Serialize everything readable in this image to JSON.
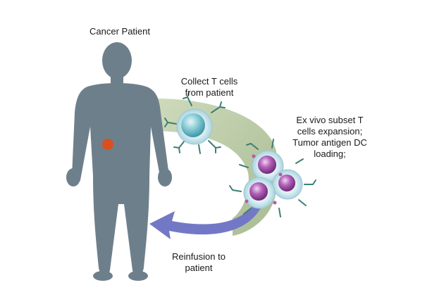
{
  "diagram": {
    "title": "Cancer Patient",
    "steps": {
      "collect": "Collect T cells\nfrom patient",
      "expansion": "Ex vivo subset T\ncells expansion;\nTumor antigen DC\nloading;",
      "reinfusion": "Reinfusion to\npatient"
    },
    "colors": {
      "body": "#6e7f8c",
      "tumor": "#d9501f",
      "flow_band": "#aebf96",
      "return_arrow": "#7378c6",
      "t_cell": "#5fb7c4",
      "dc_cell": "#a24aa8",
      "cell_halo": "#cfe6ee",
      "receptor": "#3e7e74"
    },
    "icons": [
      "human-silhouette-icon",
      "tumor-icon",
      "t-cell-icon",
      "dendritic-cell-icon",
      "return-arrow-icon"
    ]
  }
}
